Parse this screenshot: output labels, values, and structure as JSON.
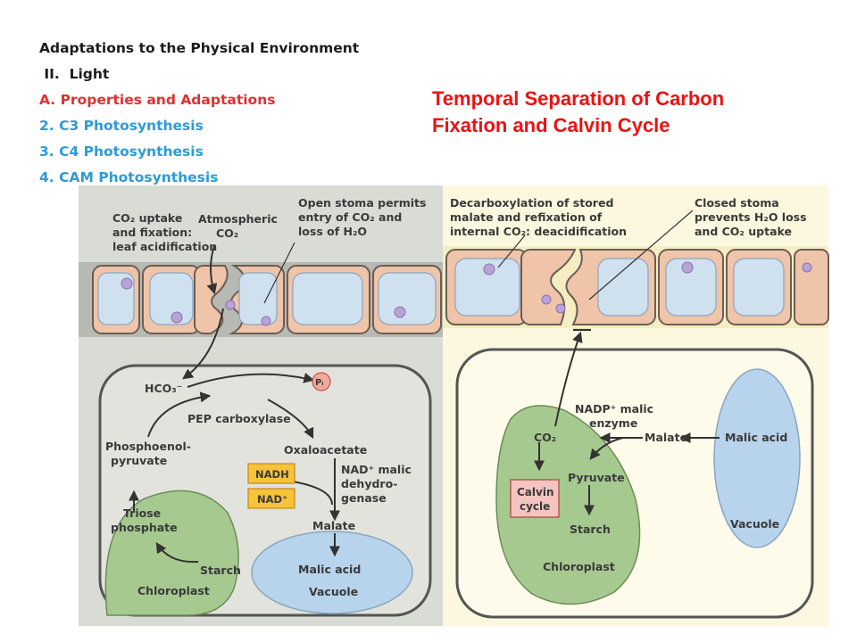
{
  "outline": {
    "title": "Adaptations to the Physical Environment",
    "section": " II.  Light",
    "item_a": "A. Properties and Adaptations",
    "item_2": "2. C3 Photosynthesis",
    "item_3": "3. C4 Photosynthesis",
    "item_4": "4. CAM Photosynthesis"
  },
  "heading": {
    "line1": "Temporal Separation of Carbon",
    "line2": "Fixation and Calvin Cycle"
  },
  "night_panel": {
    "caption": [
      "CO₂ uptake",
      "and fixation:",
      "leaf acidification"
    ],
    "atmospheric": [
      "Atmospheric",
      "CO₂"
    ],
    "stoma_note": [
      "Open stoma permits",
      "entry of CO₂ and",
      "loss of H₂O"
    ],
    "hco3": "HCO₃⁻",
    "pi": "Pᵢ",
    "pep_carboxylase": "PEP carboxylase",
    "pep": [
      "Phosphoenol-",
      "pyruvate"
    ],
    "oxaloacetate": "Oxaloacetate",
    "nadh": "NADH",
    "nad": "NAD⁺",
    "enzyme": [
      "NAD⁺ malic",
      "dehydro-",
      "genase"
    ],
    "triose": [
      "Triose",
      "phosphate"
    ],
    "malate": "Malate",
    "starch": "Starch",
    "malic_acid": "Malic acid",
    "chloroplast": "Chloroplast",
    "vacuole": "Vacuole"
  },
  "day_panel": {
    "caption": [
      "Decarboxylation of stored",
      "malate and refixation of",
      "internal CO₂: deacidification"
    ],
    "stoma_note": [
      "Closed stoma",
      "prevents H₂O loss",
      "and CO₂ uptake"
    ],
    "enzyme": [
      "NADP⁺ malic",
      "enzyme"
    ],
    "co2": "CO₂",
    "malate": "Malate",
    "malic_acid": "Malic acid",
    "pyruvate": "Pyruvate",
    "calvin": [
      "Calvin",
      "cycle"
    ],
    "starch": "Starch",
    "chloroplast": "Chloroplast",
    "vacuole": "Vacuole"
  },
  "colors": {
    "heading": "#ee1111",
    "item_a": "#e03030",
    "items": "#2e9bd6",
    "night_bg": "#d9dbd5",
    "day_bg": "#fbf8df",
    "chloroplast": "#a6c98f",
    "vacuole": "#b8d3ec",
    "epidermis": "#efc4a8",
    "nadh_box": "#f6c33b",
    "calvin_box": "#f3c4c0"
  }
}
